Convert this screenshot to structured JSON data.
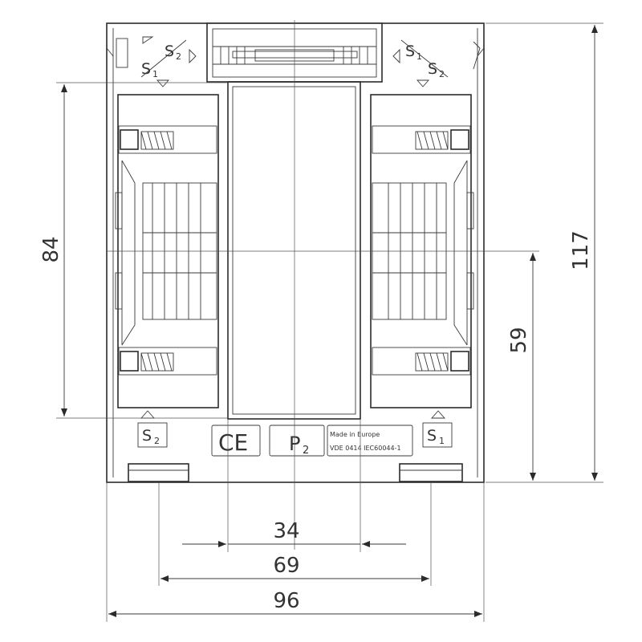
{
  "dimensions": {
    "height_total": "117",
    "height_window": "84",
    "height_center": "59",
    "width_window": "34",
    "width_terminals": "69",
    "width_total": "96"
  },
  "terminals": {
    "s1": "S",
    "s1_sub": "1",
    "s2": "S",
    "s2_sub": "2"
  },
  "markings": {
    "ce": "CE",
    "p2": "P",
    "p2_sub": "2",
    "made_in": "Made in Europe",
    "standard": "VDE 0414 IEC60044-1"
  },
  "colors": {
    "line": "#2b2b2b",
    "background": "#ffffff"
  }
}
